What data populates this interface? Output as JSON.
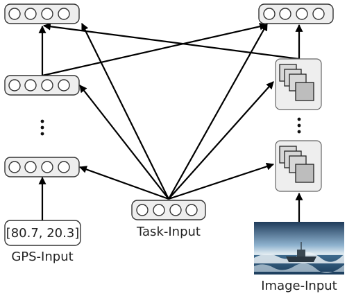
{
  "labels": {
    "gps_value": "[80.7, 20.3]",
    "gps_input": "GPS-Input",
    "task_input": "Task-Input",
    "image_input": "Image-Input"
  },
  "colors": {
    "box_fill": "#eeeeee",
    "edge": "#000000"
  }
}
